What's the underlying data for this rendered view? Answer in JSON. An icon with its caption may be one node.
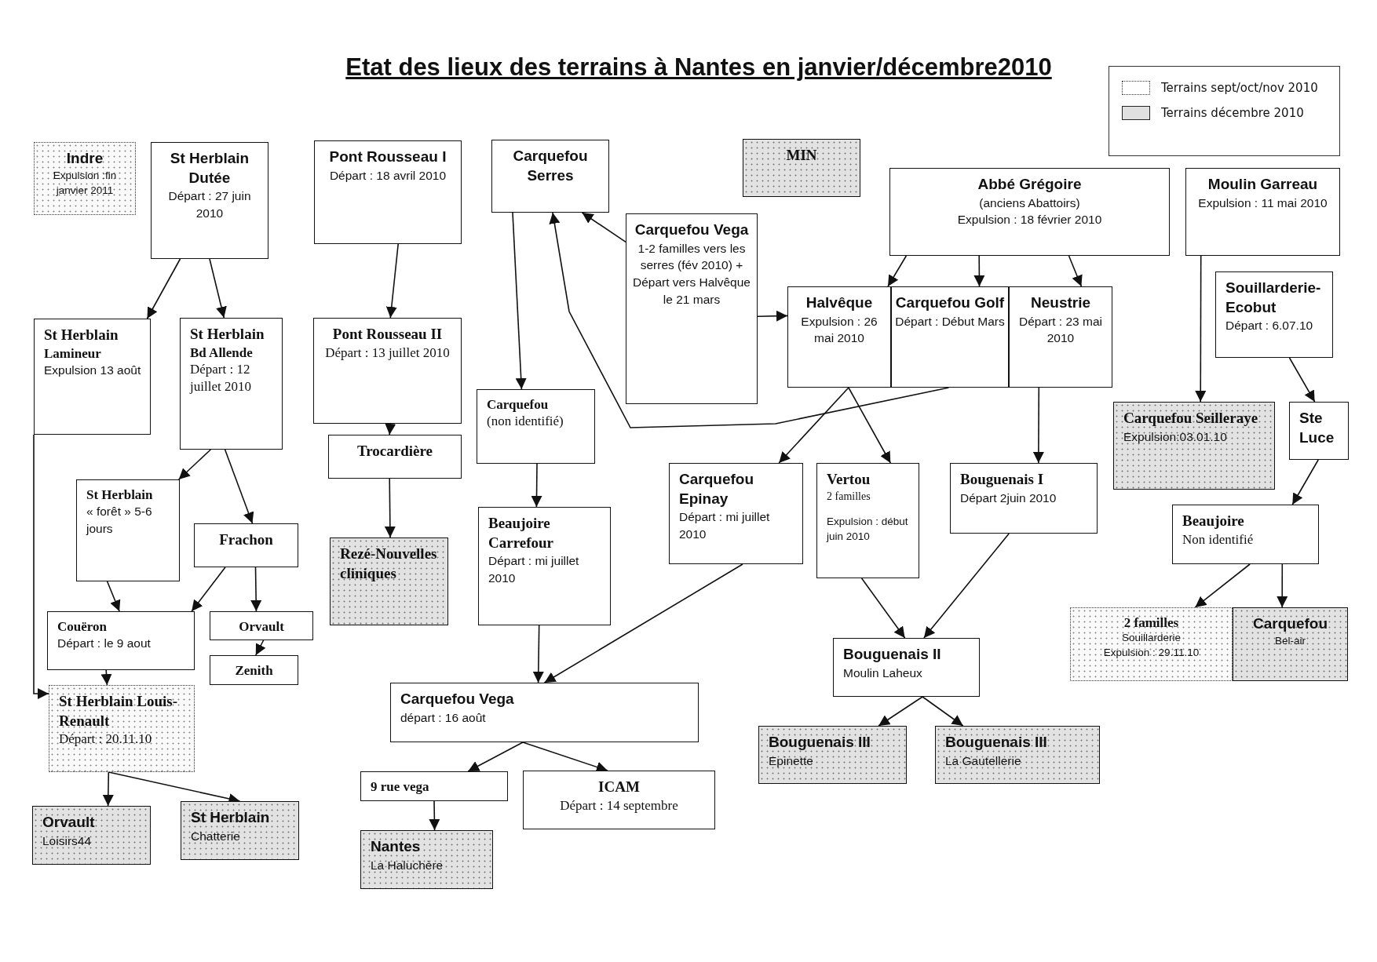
{
  "diagram": {
    "title": "Etat des lieux des terrains à Nantes en janvier/décembre2010",
    "nodes": [
      {
        "text": [
          "Indre",
          "Expulsion :fin janvier 2011"
        ]
      },
      {
        "text": [
          "St Herblain Dutée",
          "Départ : 27 juin 2010"
        ]
      },
      {
        "text": [
          "Pont Rousseau I",
          "Départ : 18 avril 2010"
        ]
      },
      {
        "text": [
          "Carquefou Serres"
        ]
      },
      {
        "text": [
          "MIN"
        ]
      },
      {
        "text": [
          "Abbé Grégoire",
          "(anciens Abattoirs)",
          "Expulsion : 18 février 2010"
        ]
      },
      {
        "text": [
          "Moulin Garreau",
          "Expulsion : 11 mai 2010"
        ]
      },
      {
        "text": [
          "Carquefou Vega",
          "1-2 familles vers les serres (fév 2010) + Départ vers Halvêque le 21 mars"
        ]
      },
      {
        "text": [
          "Halvêque",
          "Expulsion : 26 mai 2010"
        ]
      },
      {
        "text": [
          "Carquefou Golf",
          "Départ : Début Mars"
        ]
      },
      {
        "text": [
          "Neustrie",
          "Départ : 23 mai 2010"
        ]
      },
      {
        "text": [
          "Souillarderie-Ecobut",
          "Départ : 6.07.10"
        ]
      },
      {
        "text": [
          "St Herblain",
          "Lamineur",
          "Expulsion 13 août"
        ]
      },
      {
        "text": [
          "St Herblain",
          "Bd Allende",
          "Départ : 12 juillet 2010"
        ]
      },
      {
        "text": [
          "Pont Rousseau II",
          "Départ : 13 juillet 2010"
        ]
      },
      {
        "text": [
          "Trocardière"
        ]
      },
      {
        "text": [
          "Carquefou",
          "(non identifié)"
        ]
      },
      {
        "text": [
          "Carquefou Seilleraye",
          "Expulsion:03.01.10"
        ]
      },
      {
        "text": [
          "Ste Luce"
        ]
      },
      {
        "text": [
          "St Herblain",
          "« forêt » 5-6 jours"
        ]
      },
      {
        "text": [
          "Frachon"
        ]
      },
      {
        "text": [
          "Rezé-Nouvelles cliniques"
        ]
      },
      {
        "text": [
          "Beaujoire Carrefour",
          "Départ : mi juillet 2010"
        ]
      },
      {
        "text": [
          "Carquefou Epinay",
          "Départ : mi juillet 2010"
        ]
      },
      {
        "text": [
          "Vertou",
          "2 familles",
          "Expulsion : début juin 2010"
        ]
      },
      {
        "text": [
          "Bouguenais I",
          "Départ 2juin 2010"
        ]
      },
      {
        "text": [
          "Beaujoire",
          "Non identifié"
        ]
      },
      {
        "text": [
          "Couëron",
          "Départ : le 9 aout"
        ]
      },
      {
        "text": [
          "Orvault"
        ]
      },
      {
        "text": [
          "Zenith"
        ]
      },
      {
        "text": [
          "2 familles",
          "Souillarderie",
          "Expulsion : 29.11.10"
        ]
      },
      {
        "text": [
          "Carquefou",
          "Bel-air"
        ]
      },
      {
        "text": [
          "Bouguenais II",
          "Moulin Laheux"
        ]
      },
      {
        "text": [
          "St Herblain Louis-Renault",
          "Départ : 20.11.10"
        ]
      },
      {
        "text": [
          "Carquefou Vega",
          "départ : 16 août"
        ]
      },
      {
        "text": [
          "Bouguenais III",
          "Epinette"
        ]
      },
      {
        "text": [
          "Bouguenais III",
          "La Gautellerie"
        ]
      },
      {
        "text": [
          "9 rue vega"
        ]
      },
      {
        "text": [
          "ICAM",
          "Départ : 14 septembre"
        ]
      },
      {
        "text": [
          "Orvault",
          "Loisirs44"
        ]
      },
      {
        "text": [
          "St Herblain",
          "Chatterie"
        ]
      },
      {
        "text": [
          "Nantes",
          "La Haluchère"
        ]
      }
    ],
    "edges": [
      {
        "from": 1,
        "to": 12,
        "arrow": "to"
      },
      {
        "from": 1,
        "to": 13,
        "arrow": "to"
      },
      {
        "from": 2,
        "to": 14,
        "arrow": "to"
      },
      {
        "from": 14,
        "to": 15,
        "arrow": "to"
      },
      {
        "from": 15,
        "to": 21,
        "arrow": "to"
      },
      {
        "from": 3,
        "to": 16,
        "arrow": "to"
      },
      {
        "from": 16,
        "to": 22,
        "arrow": "to"
      },
      {
        "from": 22,
        "to": 34,
        "arrow": "to"
      },
      {
        "from": 7,
        "to": 3,
        "arrow": "to"
      },
      {
        "from": 9,
        "to": 3,
        "arrow": "to"
      },
      {
        "from": 7,
        "to": 8,
        "arrow": "to"
      },
      {
        "from": 5,
        "to": 8,
        "arrow": "to"
      },
      {
        "from": 5,
        "to": 9,
        "arrow": "to"
      },
      {
        "from": 5,
        "to": 10,
        "arrow": "to"
      },
      {
        "from": 8,
        "to": 23,
        "arrow": "to"
      },
      {
        "from": 8,
        "to": 24,
        "arrow": "to"
      },
      {
        "from": 10,
        "to": 25,
        "arrow": "to"
      },
      {
        "from": 23,
        "to": 34,
        "arrow": "to"
      },
      {
        "from": 24,
        "to": 32,
        "arrow": "to"
      },
      {
        "from": 25,
        "to": 32,
        "arrow": "to"
      },
      {
        "from": 32,
        "to": 35,
        "arrow": "to"
      },
      {
        "from": 32,
        "to": 36,
        "arrow": "to"
      },
      {
        "from": 34,
        "to": 37,
        "arrow": "to"
      },
      {
        "from": 34,
        "to": 38,
        "arrow": "to"
      },
      {
        "from": 37,
        "to": 41,
        "arrow": "to"
      },
      {
        "from": 13,
        "to": 19,
        "arrow": "to"
      },
      {
        "from": 13,
        "to": 20,
        "arrow": "to"
      },
      {
        "from": 19,
        "to": 27,
        "arrow": "to"
      },
      {
        "from": 20,
        "to": 27,
        "arrow": "to"
      },
      {
        "from": 20,
        "to": 28,
        "arrow": "to"
      },
      {
        "from": 28,
        "to": 29,
        "arrow": "to"
      },
      {
        "from": 27,
        "to": 33,
        "arrow": "to"
      },
      {
        "from": 12,
        "to": 33,
        "arrow": "to"
      },
      {
        "from": 33,
        "to": 39,
        "arrow": "to"
      },
      {
        "from": 33,
        "to": 40,
        "arrow": "to"
      },
      {
        "from": 6,
        "to": 17,
        "arrow": "to"
      },
      {
        "from": 11,
        "to": 18,
        "arrow": "to"
      },
      {
        "from": 18,
        "to": 26,
        "arrow": "to"
      },
      {
        "from": 26,
        "to": 30,
        "arrow": "to"
      },
      {
        "from": 26,
        "to": 31,
        "arrow": "to"
      }
    ],
    "legend": [
      {
        "text": "Terrains sept/oct/nov 2010"
      },
      {
        "text": "Terrains décembre 2010",
        "color": "#e0e0e0"
      }
    ]
  }
}
